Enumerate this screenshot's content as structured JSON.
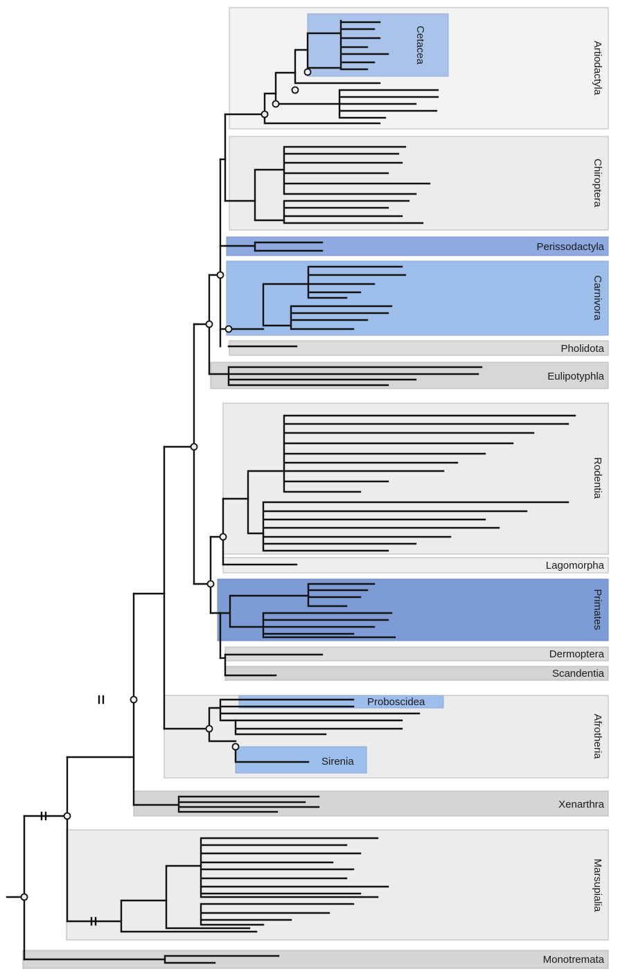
{
  "colors": {
    "panel_light": "#f2f2f2",
    "panel_mid": "#d9d9d9",
    "panel_blue": "#9dbdeb",
    "panel_blue_dark": "#7a9ad2",
    "panel_blue_mid": "#9ab9ec",
    "border": "#b3b3b3",
    "branch": "#111111",
    "node_fill": "#eeeeee"
  },
  "clades": {
    "artiodactyla": "Artiodactyla",
    "cetacea": "Cetacea",
    "chiroptera": "Chiroptera",
    "perissodactyla": "Perissodactyla",
    "carnivora": "Carnivora",
    "pholidota": "Pholidota",
    "eulipotyphla": "Eulipotyphla",
    "rodentia": "Rodentia",
    "lagomorpha": "Lagomorpha",
    "primates": "Primates",
    "dermoptera": "Dermoptera",
    "scandentia": "Scandentia",
    "proboscidea": "Proboscidea",
    "afrotheria": "Afrotheria",
    "sirenia": "Sirenia",
    "xenarthra": "Xenarthra",
    "marsupialia": "Marsupialia",
    "monotremata": "Monotremata"
  }
}
